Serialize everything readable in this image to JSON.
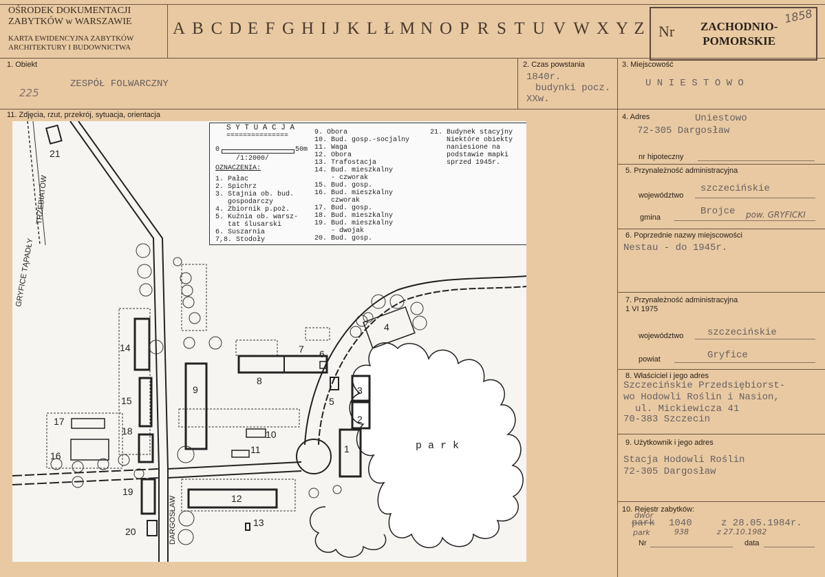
{
  "header": {
    "org_line1": "OŚRODEK DOKUMENTACJI",
    "org_line2": "ZABYTKÓW w WARSZAWIE",
    "card_line1": "KARTA EWIDENCYJNA ZABYTKÓW",
    "card_line2": "ARCHITEKTURY I BUDOWNICTWA",
    "letters": [
      "A",
      "B",
      "C",
      "D",
      "E",
      "F",
      "G",
      "H",
      "I",
      "J",
      "K",
      "L",
      "Ł",
      "M",
      "N",
      "O",
      "P",
      "R",
      "S",
      "T",
      "U",
      "V",
      "W",
      "X",
      "Y",
      "Z"
    ],
    "nr_label": "Nr",
    "region_line1": "ZACHODNIO-",
    "region_line2": "POMORSKIE",
    "card_number": "1858"
  },
  "section1": {
    "label": "1. Obiekt",
    "value": "ZESPÓŁ FOLWARCZNY",
    "hand_number": "225"
  },
  "section2": {
    "label": "2. Czas powstania",
    "line1": "1840r.",
    "line2": "budynki pocz.",
    "line3": "XXw."
  },
  "section3": {
    "label": "3. Miejscowość",
    "value": "U N I E S T O W O"
  },
  "section4": {
    "label": "4. Adres",
    "line1": "Uniestowo",
    "line2": "72-305 Dargosław",
    "mortgage_label": "nr hipoteczny"
  },
  "section5": {
    "label": "5. Przynależność administracyjna",
    "voivodeship_label": "województwo",
    "voivodeship_value": "szczecińskie",
    "commune_label": "gmina",
    "commune_value": "Brojce",
    "commune_hand": "pow. GRYFICKI"
  },
  "section6": {
    "label": "6. Poprzednie nazwy miejscowości",
    "value": "Nestau - do 1945r."
  },
  "section7": {
    "label_line1": "7. Przynależność administracyjna",
    "label_line2": "1 VI 1975",
    "voivodeship_label": "województwo",
    "voivodeship_value": "szczecińskie",
    "county_label": "powiat",
    "county_value": "Gryfice"
  },
  "section8": {
    "label": "8. Właściciel i jego adres",
    "line1": "Szczecińskie Przedsiębiorst-",
    "line2": "wo Hodowli Roślin i Nasion,",
    "line3": "ul. Mickiewicza 41",
    "line4": "70-383 Szczecin"
  },
  "section9": {
    "label": "9. Użytkownik i jego adres",
    "line1": "Stacja Hodowli Roślin",
    "line2": "72-305 Dargosław"
  },
  "section10": {
    "label": "10. Rejestr zabytków:",
    "hand_top": "dwór",
    "crossed_word": "park",
    "reg_number": "1040",
    "reg_date": "z 28.05.1984r.",
    "hand_row2_a": "park",
    "hand_row2_b": "938",
    "hand_row2_c": "z 27.10.1982",
    "nr_label": "Nr",
    "date_label": "data"
  },
  "section11": {
    "label": "11. Zdjęcia, rzut, przekrój, sytuacja, orientacja"
  },
  "map": {
    "legend_title": "S Y T U A C J A",
    "legend_rule": "===============",
    "scale": "/1:2000/",
    "scale_zero": "0",
    "scale_end": "50m",
    "legend_heading": "OZNACZENIA:",
    "col1": "1. Pałac\n2. Spichrz\n3. Stajnia ob. bud.\n   gospodarczy\n4. Zbiornik p.poż.\n5. Kuźnia ob. warsz-\n   tat ślusarski\n6. Suszarnia\n7,8. Stodoły",
    "col2": "9. Obora\n10. Bud. gosp.-socjalny\n11. Waga\n12. Obora\n13. Trafostacja\n14. Bud. mieszkalny\n    - czworak\n15. Bud. gosp.\n16. Bud. mieszkalny\n    czworak\n17. Bud. gosp.\n18. Bud. mieszkalny\n19. Bud. mieszkalny\n    - dwojak\n20. Bud. gosp.",
    "col3": "21. Budynek stacyjny\n    Niektóre obiekty\n    naniesione na\n    podstawie mapki\n    sprzed 1945r.",
    "road_label_1": "GRYFICE TĄPADŁY",
    "road_label_2": "TRZEBIATÓW",
    "road_label_3": "DARGOSŁAW",
    "park_label": "p a r k",
    "numbers": [
      "1",
      "2",
      "3",
      "4",
      "5",
      "6",
      "7",
      "8",
      "9",
      "10",
      "11",
      "12",
      "13",
      "14",
      "15",
      "16",
      "17",
      "18",
      "19",
      "20",
      "21"
    ]
  }
}
